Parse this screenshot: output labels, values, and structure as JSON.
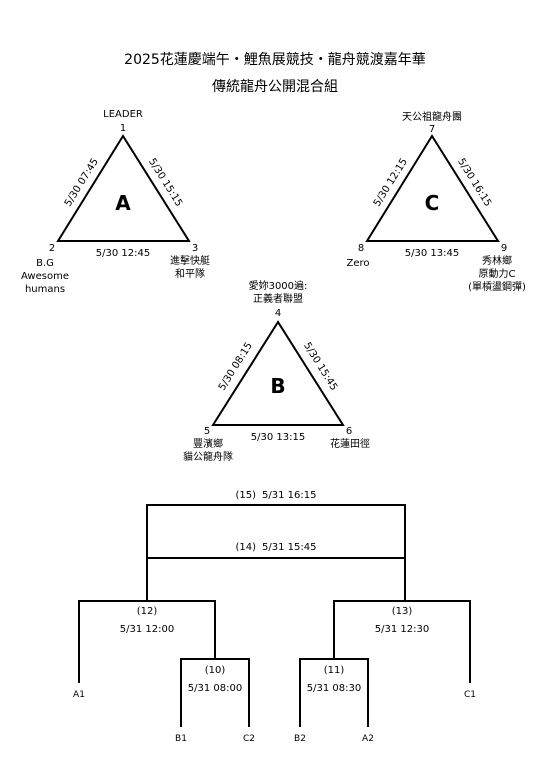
{
  "title": {
    "line1": "2025花蓮慶端午・鯉魚展競技・龍舟競渡嘉年華",
    "line2": "傳統龍舟公開混合組"
  },
  "groups": [
    {
      "letter": "A",
      "teams": [
        {
          "num": "1",
          "name_lines": [
            "LEADER"
          ]
        },
        {
          "num": "2",
          "name_lines": [
            "B.G",
            "Awesome",
            "humans"
          ]
        },
        {
          "num": "3",
          "name_lines": [
            "進擊快艇",
            "和平隊"
          ]
        }
      ],
      "matches": {
        "left": "5/30 07:45",
        "right": "5/30 15:15",
        "bottom": "5/30 12:45"
      }
    },
    {
      "letter": "C",
      "teams": [
        {
          "num": "7",
          "name_lines": [
            "天公祖龍舟團"
          ]
        },
        {
          "num": "8",
          "name_lines": [
            "Zero"
          ]
        },
        {
          "num": "9",
          "name_lines": [
            "秀林鄉",
            "原動力C",
            "(單槓盪鋼彈)"
          ]
        }
      ],
      "matches": {
        "left": "5/30 12:15",
        "right": "5/30 16:15",
        "bottom": "5/30 13:45"
      }
    },
    {
      "letter": "B",
      "teams": [
        {
          "num": "4",
          "name_lines": [
            "愛妳3000遍:",
            "正義者聯盟"
          ]
        },
        {
          "num": "5",
          "name_lines": [
            "豐濱鄉",
            "貓公龍舟隊"
          ]
        },
        {
          "num": "6",
          "name_lines": [
            "花蓮田徑"
          ]
        }
      ],
      "matches": {
        "left": "5/30 08:15",
        "right": "5/30 15:45",
        "bottom": "5/30 13:15"
      }
    }
  ],
  "bracket": {
    "m15": {
      "id": "(15)",
      "time": "5/31 16:15"
    },
    "m14": {
      "id": "(14)",
      "time": "5/31 15:45"
    },
    "m12": {
      "id": "(12)",
      "time": "5/31 12:00"
    },
    "m13": {
      "id": "(13)",
      "time": "5/31 12:30"
    },
    "m10": {
      "id": "(10)",
      "time": "5/31 08:00"
    },
    "m11": {
      "id": "(11)",
      "time": "5/31 08:30"
    },
    "seeds": {
      "a1": "A1",
      "b1": "B1",
      "c2": "C2",
      "b2": "B2",
      "a2": "A2",
      "c1": "C1"
    }
  }
}
